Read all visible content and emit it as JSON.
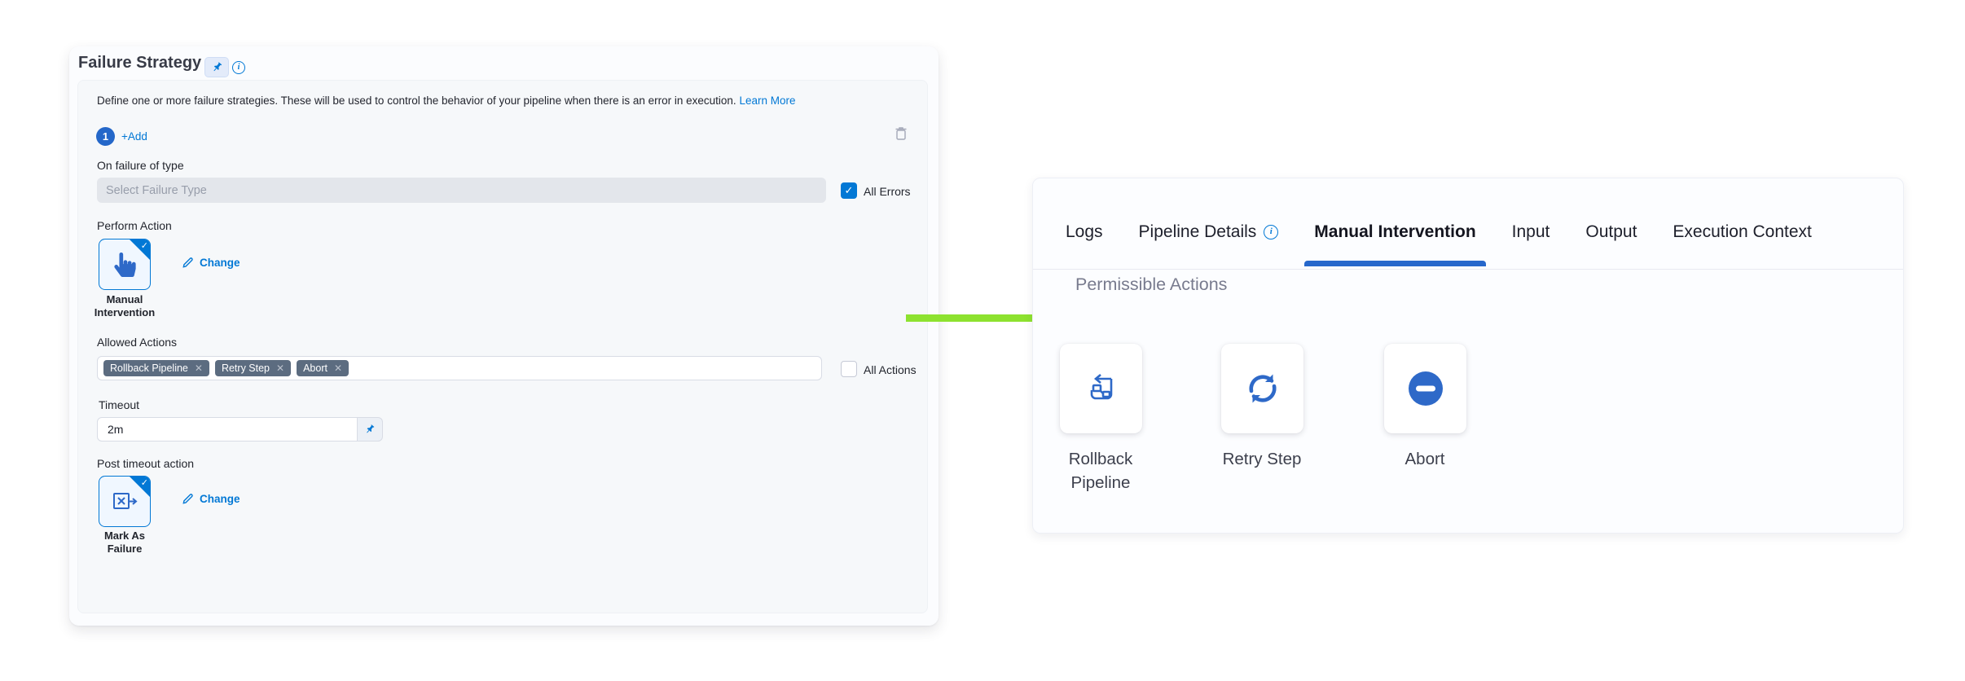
{
  "icons": {
    "check_glyph": "✓",
    "remove_glyph": "✕",
    "badge_number": "1"
  },
  "colors": {
    "accent_blue": "#0278d5",
    "deep_blue": "#2e69c8",
    "tag_bg": "#5c6c80",
    "arrow_green": "#8de22f",
    "disabled_input_bg": "#e3e6eb"
  },
  "left_panel": {
    "title": "Failure Strategy",
    "description": "Define one or more failure strategies. These will be used to control the behavior of your pipeline when there is an error in execution.",
    "learn_more_label": "Learn More",
    "add_label": "+Add",
    "failure_type": {
      "label": "On failure of type",
      "placeholder": "Select Failure Type",
      "all_errors_label": "All Errors"
    },
    "perform_action": {
      "label": "Perform Action",
      "selected": "Manual Intervention",
      "change_label": "Change"
    },
    "allowed_actions": {
      "label": "Allowed Actions",
      "tags": [
        {
          "label": "Rollback Pipeline"
        },
        {
          "label": "Retry Step"
        },
        {
          "label": "Abort"
        }
      ],
      "all_actions_label": "All Actions"
    },
    "timeout": {
      "label": "Timeout",
      "value": "2m"
    },
    "post_timeout_action": {
      "label": "Post timeout action",
      "selected": "Mark As Failure",
      "change_label": "Change"
    }
  },
  "right_panel": {
    "tabs": [
      {
        "label": "Logs"
      },
      {
        "label": "Pipeline Details"
      },
      {
        "label": "Manual Intervention"
      },
      {
        "label": "Input"
      },
      {
        "label": "Output"
      },
      {
        "label": "Execution Context"
      }
    ],
    "heading": "Permissible Actions",
    "actions": [
      {
        "label": "Rollback Pipeline"
      },
      {
        "label": "Retry Step"
      },
      {
        "label": "Abort"
      }
    ]
  }
}
